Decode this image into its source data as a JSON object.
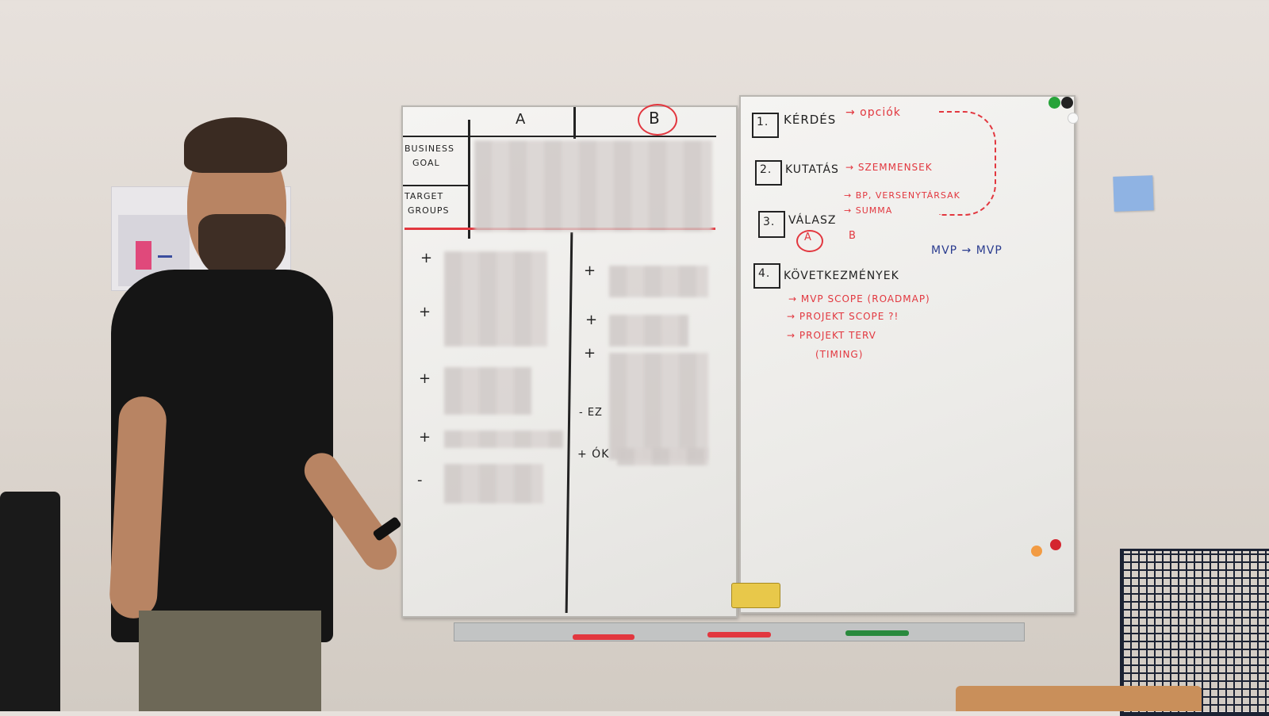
{
  "left_board": {
    "col_a": "A",
    "col_b": "B",
    "row1_line1": "BUSINESS",
    "row1_line2": "GOAL",
    "row2_line1": "TARGET",
    "row2_line2": "GROUPS",
    "bullets_left": [
      "+",
      "+",
      "+",
      "+",
      "-"
    ],
    "bullets_right": [
      "+",
      "+",
      "+",
      "- EZ",
      "+ ÓK"
    ]
  },
  "right_board": {
    "step1_num": "1.",
    "step1_label": "KÉRDÉS",
    "step1_arrow": "→ opciók",
    "step2_num": "2.",
    "step2_label": "KUTATÁS",
    "step2_arrow": "→ SZEMMENSEK",
    "step2_sub1": "→ BP, VERSENYTÁRSAK",
    "step2_sub2": "→ SUMMA",
    "step3_num": "3.",
    "step3_label": "VÁLASZ",
    "step3_a": "A",
    "step3_b": "B",
    "mvp": "MVP → MVP",
    "step4_num": "4.",
    "step4_label": "KÖVETKEZMÉNYEK",
    "step4_item1": "→ MVP SCOPE (ROADMAP)",
    "step4_item2": "→ PROJEKT SCOPE ?!",
    "step4_item3": "→ PROJEKT TERV",
    "step4_item4": "(TIMING)"
  },
  "colors": {
    "marker_red": "#e2373f",
    "marker_blue": "#2b3c8f",
    "marker_black": "#222222",
    "sticky_note": "#8fb3e3"
  }
}
